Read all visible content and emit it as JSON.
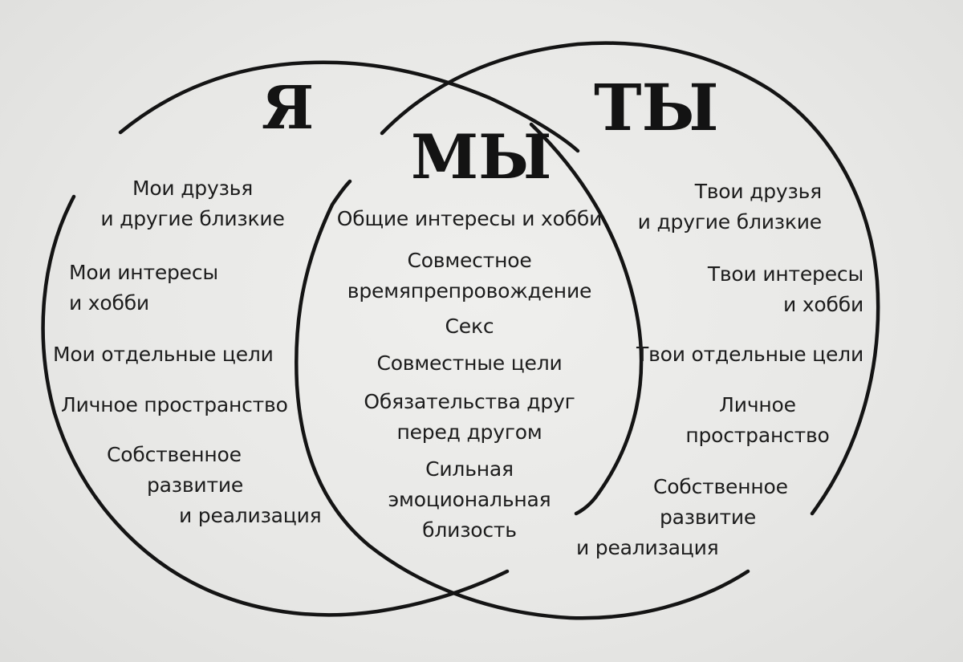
{
  "titles": {
    "me": "Я",
    "we": "МЫ",
    "you": "ТЫ"
  },
  "left": {
    "friends": [
      "Мои друзья",
      "и другие близкие"
    ],
    "interests": [
      "Мои интересы",
      "и хобби"
    ],
    "goals": [
      "Мои отдельные цели"
    ],
    "space": [
      "Личное пространство"
    ],
    "growth": [
      "Собственное",
      "развитие",
      "и реализация"
    ]
  },
  "middle": {
    "interests": [
      "Общие интересы и хобби"
    ],
    "time": [
      "Совместное",
      "времяпрепровождение"
    ],
    "sex": [
      "Секс"
    ],
    "goals": [
      "Совместные цели"
    ],
    "commitments": [
      "Обязательства друг",
      "перед другом"
    ],
    "intimacy": [
      "Сильная",
      "эмоциональная",
      "близость"
    ]
  },
  "right": {
    "friends": [
      "Твои друзья",
      "и другие близкие"
    ],
    "interests": [
      "Твои интересы",
      "и хобби"
    ],
    "goals": [
      "Твои отдельные цели"
    ],
    "space": [
      "Личное",
      "пространство"
    ],
    "growth": [
      "Собственное",
      "развитие",
      "и реализация"
    ]
  }
}
